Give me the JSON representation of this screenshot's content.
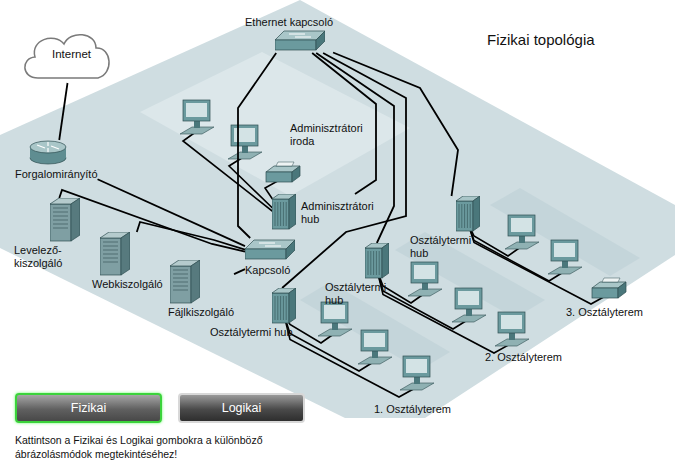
{
  "diagram": {
    "title": "Fizikai topológia",
    "caption": "Kattintson a Fizikai és Logikai gombokra a különböző ábrázolásmódok megtekintéséhez!",
    "nodes": [
      {
        "text": [
          "Internet"
        ]
      },
      {
        "text": [
          "Ethernet kapcsoló"
        ]
      },
      {
        "text": [
          "Forgalomirányító"
        ]
      },
      {
        "text": [
          "Adminisztrátori hub"
        ]
      },
      {
        "text": [
          "Levelező- kiszolgáló"
        ]
      },
      {
        "text": [
          "Webkiszolgáló"
        ]
      },
      {
        "text": [
          "Fájlkiszolgáló"
        ]
      },
      {
        "text": [
          "Kapcsoló"
        ]
      },
      {
        "text": [
          "Osztálytermi hub"
        ]
      },
      {
        "text": [
          "Osztálytermi hub"
        ]
      },
      {
        "text": [
          "Osztálytermi hub"
        ]
      },
      {
        "text": [
          "Fizikai"
        ]
      },
      {
        "text": [
          "Logikai"
        ]
      }
    ],
    "edges": [
      {
        "from": 0,
        "to": 2,
        "arrow": "none"
      },
      {
        "from": 2,
        "to": 7,
        "arrow": "none"
      },
      {
        "from": 7,
        "to": 4,
        "arrow": "none"
      },
      {
        "from": 7,
        "to": 5,
        "arrow": "none"
      },
      {
        "from": 7,
        "to": 6,
        "arrow": "none"
      },
      {
        "from": 7,
        "to": 1,
        "arrow": "none"
      },
      {
        "from": 1,
        "to": 3,
        "arrow": "none"
      },
      {
        "from": 1,
        "to": 8,
        "arrow": "none"
      },
      {
        "from": 1,
        "to": 9,
        "arrow": "none"
      },
      {
        "from": 1,
        "to": 10,
        "arrow": "none"
      }
    ],
    "labels": [
      "Adminisztrátori iroda",
      "1. Osztályterem",
      "2. Osztályterem",
      "3. Osztályterem"
    ]
  }
}
